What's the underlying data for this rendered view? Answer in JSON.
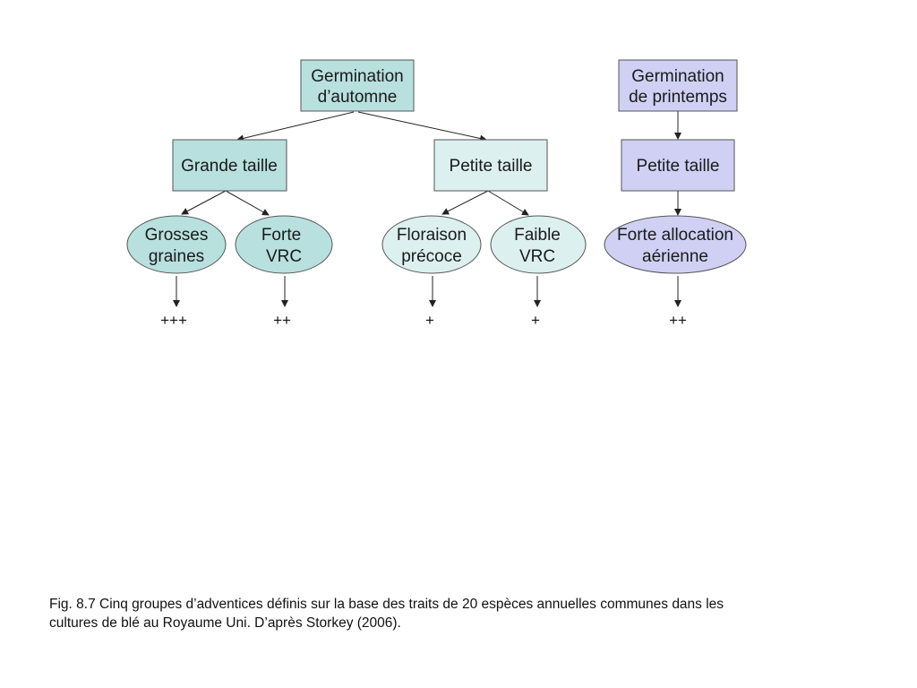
{
  "colors": {
    "autumn_box": "#b8e0df",
    "autumn_light": "#dcf0ef",
    "spring_box": "#cfd0f4",
    "stroke": "#555555",
    "arrow": "#222222"
  },
  "nodes": {
    "germ_autumn": {
      "line1": "Germination",
      "line2": "d’automne"
    },
    "germ_spring": {
      "line1": "Germination",
      "line2": "de printemps"
    },
    "grande_taille": {
      "label": "Grande taille"
    },
    "petite_taille_a": {
      "label": "Petite taille"
    },
    "petite_taille_s": {
      "label": "Petite taille"
    },
    "grosses_graines": {
      "line1": "Grosses",
      "line2": "graines"
    },
    "forte_vrc": {
      "line1": "Forte",
      "line2": "VRC"
    },
    "floraison": {
      "line1": "Floraison",
      "line2": "précoce"
    },
    "faible_vrc": {
      "line1": "Faible",
      "line2": "VRC"
    },
    "forte_alloc": {
      "line1": "Forte allocation",
      "line2": "aérienne"
    }
  },
  "outcomes": {
    "grosses_graines": "+++",
    "forte_vrc": "++",
    "floraison": "+",
    "faible_vrc": "+",
    "forte_alloc": "++"
  },
  "caption": {
    "line1": "Fig. 8.7 Cinq groupes d’adventices définis sur la base des traits de 20 espèces annuelles communes dans les",
    "line2": "cultures de blé au Royaume Uni. D’après Storkey (2006)."
  }
}
